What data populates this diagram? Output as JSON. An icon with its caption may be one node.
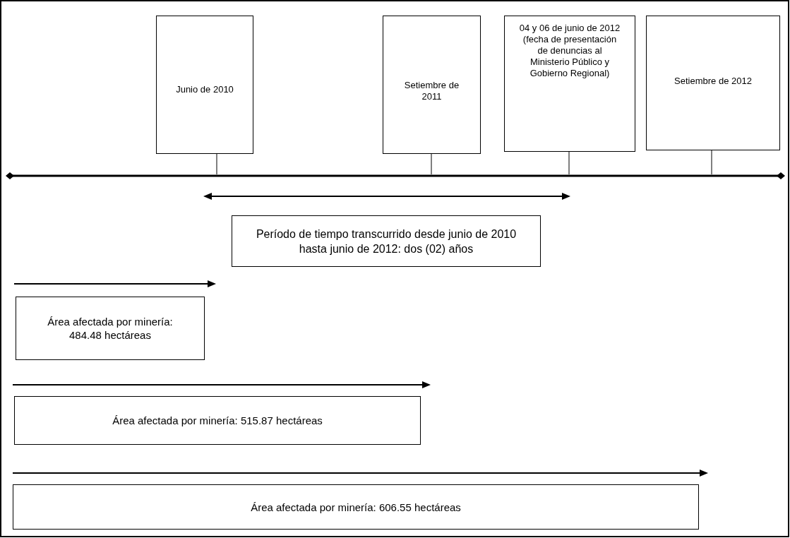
{
  "diagram": {
    "nodes": [
      {
        "text": [
          "Junio de 2010"
        ]
      },
      {
        "text": [
          "Setiembre de 2011"
        ]
      },
      {
        "text": [
          "04 y 06 de junio de 2012 (fecha de presentación de denuncias al Ministerio Público y Gobierno Regional)"
        ]
      },
      {
        "text": [
          "Setiembre de 2012"
        ]
      },
      {
        "text": [],
        "shape": "bar"
      },
      {
        "text": [
          "Período de tiempo transcurrido desde junio de 2010 hasta junio de 2012: dos (02) años"
        ]
      },
      {
        "text": [
          "Área afectada por minería: 484.48 hectáreas"
        ]
      },
      {
        "text": [
          "Área afectada por minería: 515.87 hectáreas"
        ]
      },
      {
        "text": [
          "Área afectada por minería: 606.55 hectáreas"
        ]
      }
    ],
    "edges": [
      {
        "from": 0,
        "to": 4,
        "arrow": "none"
      },
      {
        "from": 1,
        "to": 4,
        "arrow": "none"
      },
      {
        "from": 2,
        "to": 4,
        "arrow": "none"
      },
      {
        "from": 3,
        "to": 4,
        "arrow": "none"
      }
    ]
  }
}
